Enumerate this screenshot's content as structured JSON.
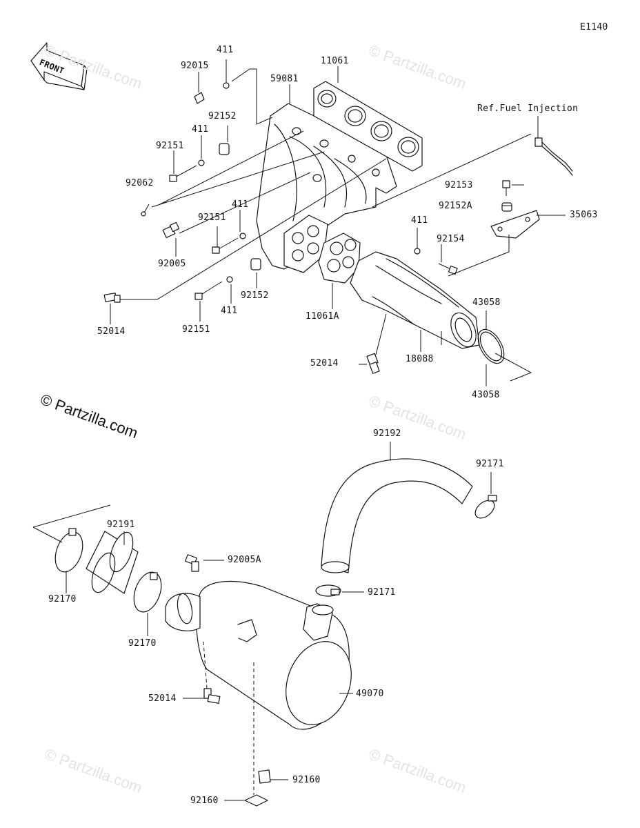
{
  "diagram_code": "E1140",
  "front_label": "FRONT",
  "ref_note": "Ref.Fuel Injection",
  "watermarks": [
    "© Partzilla.com",
    "© Partzilla.com",
    "© Partzilla.com",
    "© Partzilla.com",
    "© Partzilla.com",
    "© Partzilla.com"
  ],
  "copyright": "© Partzilla.com",
  "labels": {
    "l_411_a": "411",
    "l_92015": "92015",
    "l_59081": "59081",
    "l_11061": "11061",
    "l_92152_a": "92152",
    "l_411_b": "411",
    "l_92151_a": "92151",
    "l_92062": "92062",
    "l_411_c": "411",
    "l_92151_b": "92151",
    "l_92005": "92005",
    "l_92153": "92153",
    "l_92152A": "92152A",
    "l_35063": "35063",
    "l_411_d": "411",
    "l_92154": "92154",
    "l_92152_b": "92152",
    "l_411_e": "411",
    "l_52014_a": "52014",
    "l_92151_c": "92151",
    "l_11061A": "11061A",
    "l_43058_a": "43058",
    "l_52014_b": "52014",
    "l_18088": "18088",
    "l_43058_b": "43058",
    "l_92192": "92192",
    "l_92171_a": "92171",
    "l_92191": "92191",
    "l_92005A": "92005A",
    "l_92170_a": "92170",
    "l_92171_b": "92171",
    "l_92170_b": "92170",
    "l_52014_c": "52014",
    "l_49070": "49070",
    "l_92160_a": "92160",
    "l_92160_b": "92160"
  }
}
